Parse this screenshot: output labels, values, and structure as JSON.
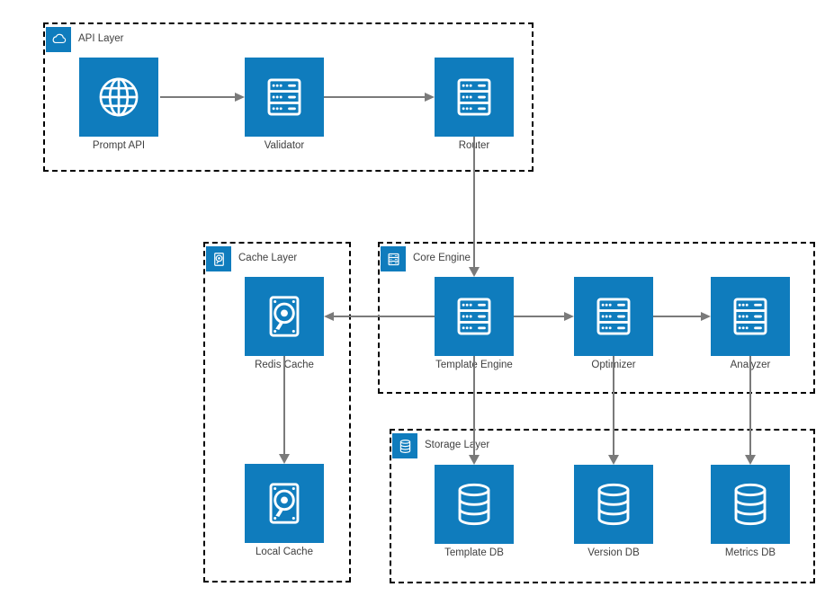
{
  "colors": {
    "node_fill": "#0F7CBD",
    "icon_stroke": "#FFFFFF",
    "edge_stroke": "#7A7A7A",
    "group_border": "#000000",
    "label_text": "#404040",
    "canvas_bg": "#FFFFFF"
  },
  "groups": [
    {
      "id": "api-layer",
      "label": "API Layer",
      "icon": "cloud-icon"
    },
    {
      "id": "cache-layer",
      "label": "Cache Layer",
      "icon": "hard-drive-icon"
    },
    {
      "id": "core-engine",
      "label": "Core Engine",
      "icon": "server-icon"
    },
    {
      "id": "storage-layer",
      "label": "Storage Layer",
      "icon": "database-icon"
    }
  ],
  "nodes": [
    {
      "id": "prompt-api",
      "label": "Prompt API",
      "icon": "globe-icon",
      "group": "API Layer"
    },
    {
      "id": "validator",
      "label": "Validator",
      "icon": "server-icon",
      "group": "API Layer"
    },
    {
      "id": "router",
      "label": "Router",
      "icon": "server-icon",
      "group": "API Layer"
    },
    {
      "id": "redis-cache",
      "label": "Redis Cache",
      "icon": "hard-drive-icon",
      "group": "Cache Layer"
    },
    {
      "id": "template-engine",
      "label": "Template Engine",
      "icon": "server-icon",
      "group": "Core Engine"
    },
    {
      "id": "optimizer",
      "label": "Optimizer",
      "icon": "server-icon",
      "group": "Core Engine"
    },
    {
      "id": "analyzer",
      "label": "Analyzer",
      "icon": "server-icon",
      "group": "Core Engine"
    },
    {
      "id": "local-cache",
      "label": "Local Cache",
      "icon": "hard-drive-icon",
      "group": "Cache Layer"
    },
    {
      "id": "template-db",
      "label": "Template DB",
      "icon": "database-icon",
      "group": "Storage Layer"
    },
    {
      "id": "version-db",
      "label": "Version DB",
      "icon": "database-icon",
      "group": "Storage Layer"
    },
    {
      "id": "metrics-db",
      "label": "Metrics DB",
      "icon": "database-icon",
      "group": "Storage Layer"
    }
  ],
  "edges": [
    {
      "from": "Prompt API",
      "to": "Validator"
    },
    {
      "from": "Validator",
      "to": "Router"
    },
    {
      "from": "Router",
      "to": "Template Engine"
    },
    {
      "from": "Template Engine",
      "to": "Redis Cache"
    },
    {
      "from": "Template Engine",
      "to": "Optimizer"
    },
    {
      "from": "Optimizer",
      "to": "Analyzer"
    },
    {
      "from": "Redis Cache",
      "to": "Local Cache"
    },
    {
      "from": "Template Engine",
      "to": "Template DB"
    },
    {
      "from": "Optimizer",
      "to": "Version DB"
    },
    {
      "from": "Analyzer",
      "to": "Metrics DB"
    }
  ]
}
